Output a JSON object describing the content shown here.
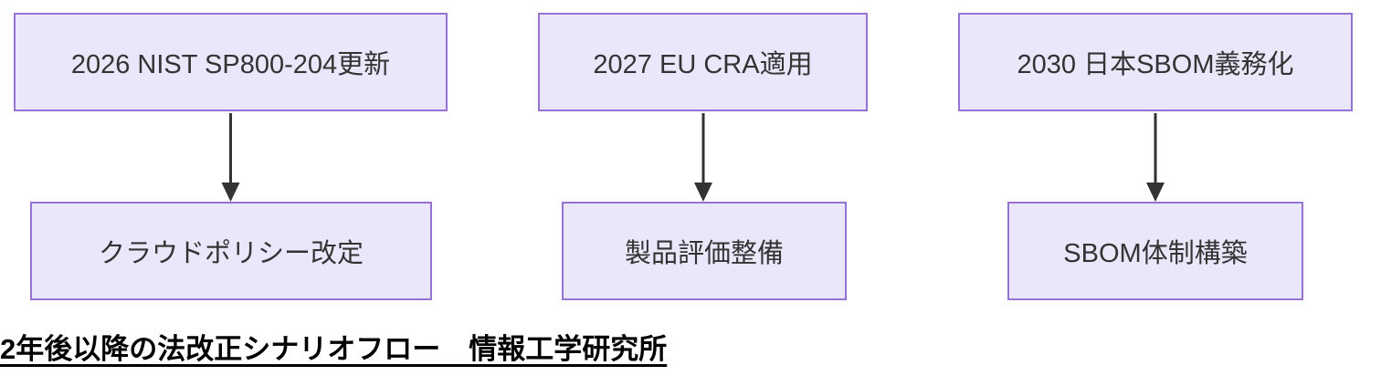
{
  "colors": {
    "node_fill": "#EAE7FA",
    "node_border": "#9673D2",
    "arrow_color": "#333333",
    "text_color": "#333333",
    "caption_color": "#000000"
  },
  "diagram": {
    "type": "flowchart",
    "direction": "top-down",
    "columns": [
      {
        "source": "2026 NIST SP800-204更新",
        "target": "クラウドポリシー改定"
      },
      {
        "source": "2027 EU CRA適用",
        "target": "製品評価整備"
      },
      {
        "source": "2030 日本SBOM義務化",
        "target": "SBOM体制構築"
      }
    ]
  },
  "caption": {
    "text": "2年後以降の法改正シナリオフロー　情報工学研究所"
  }
}
